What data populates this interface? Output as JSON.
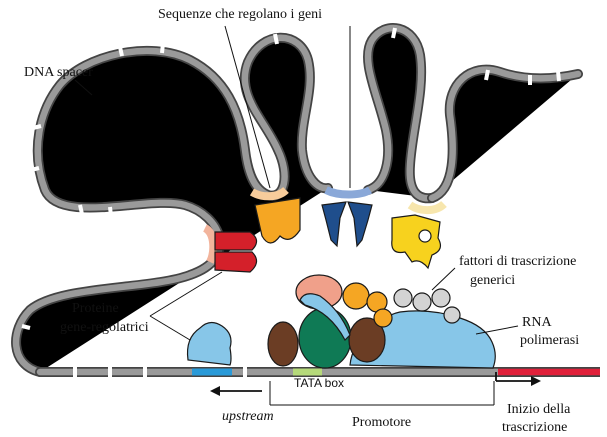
{
  "labels": {
    "sequenze": "Sequenze che regolano i geni",
    "dna_spacer": "DNA spacer",
    "fattori_l1": "fattori di trascrizione",
    "fattori_l2": "generici",
    "rna_l1": "RNA",
    "rna_l2": "polimerasi",
    "proteine_l1": "Proteine",
    "proteine_l2": "gene-regolatrici",
    "tata_box": "TATA box",
    "upstream": "upstream",
    "promotore": "Promotore",
    "inizio_l1": "Inizio della",
    "inizio_l2": "trascrizione"
  },
  "colors": {
    "dna_gray": "#9a9a9a",
    "red_protein": "#d4202a",
    "orange_protein": "#f5a623",
    "blue_protein": "#1f4e8c",
    "yellow_protein": "#f7d21e",
    "light_blue": "#87c6e8",
    "green": "#0f7a55",
    "brown": "#6b3d24",
    "salmon": "#f0a08a",
    "tata_green": "#b5d97a",
    "transcribed_red": "#e0203a"
  }
}
